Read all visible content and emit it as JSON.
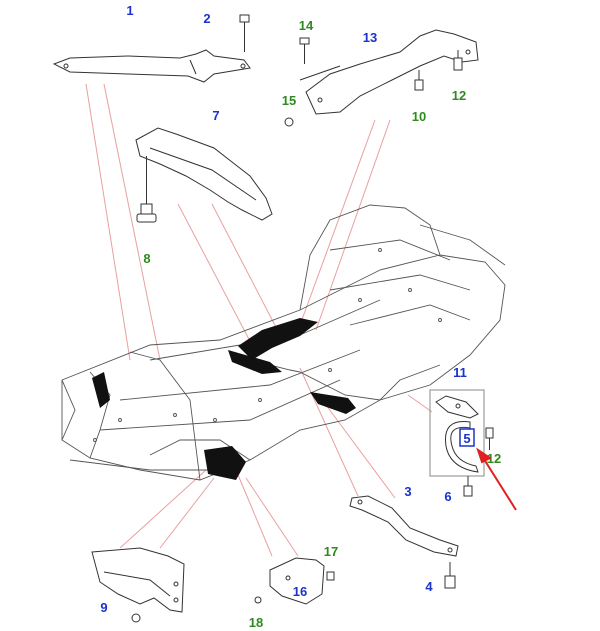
{
  "diagram": {
    "callouts": [
      {
        "number": "1",
        "color": "#1a33cc"
      },
      {
        "number": "2",
        "color": "#1a33cc"
      },
      {
        "number": "3",
        "color": "#1a33cc"
      },
      {
        "number": "4",
        "color": "#1a33cc"
      },
      {
        "number": "5",
        "color": "#1a33cc",
        "highlighted": true
      },
      {
        "number": "6",
        "color": "#1a33cc"
      },
      {
        "number": "7",
        "color": "#1a33cc"
      },
      {
        "number": "8",
        "color": "#2e8b1e"
      },
      {
        "number": "9",
        "color": "#1a33cc"
      },
      {
        "number": "10",
        "color": "#2e8b1e"
      },
      {
        "number": "11",
        "color": "#1a33cc"
      },
      {
        "number": "12",
        "color": "#2e8b1e"
      },
      {
        "number": "12",
        "color": "#2e8b1e"
      },
      {
        "number": "13",
        "color": "#1a33cc"
      },
      {
        "number": "14",
        "color": "#2e8b1e"
      },
      {
        "number": "15",
        "color": "#2e8b1e"
      },
      {
        "number": "16",
        "color": "#1a33cc"
      },
      {
        "number": "17",
        "color": "#2e8b1e"
      },
      {
        "number": "18",
        "color": "#2e8b1e"
      }
    ],
    "colors": {
      "line": "#333333",
      "leader": "#e08a8a",
      "pointer_arrow": "#e02020",
      "highlight_box": "#1a33cc"
    }
  }
}
